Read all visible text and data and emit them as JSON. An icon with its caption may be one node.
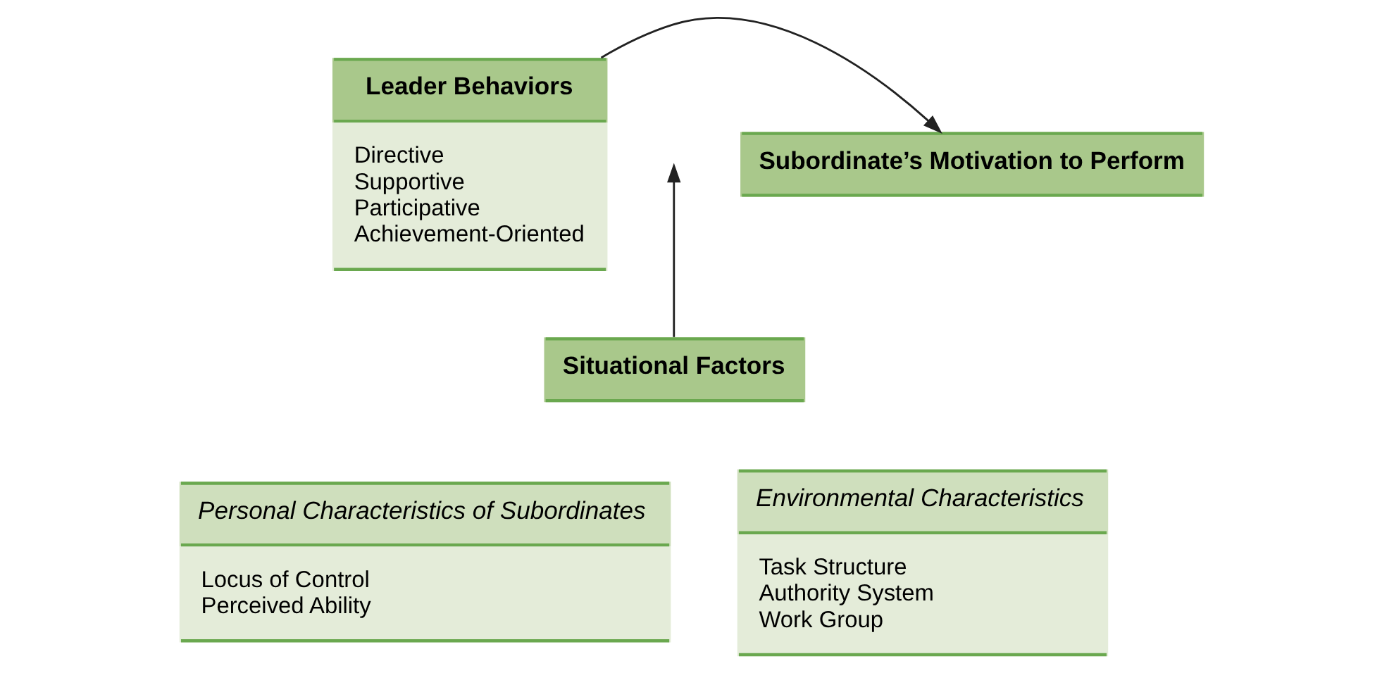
{
  "diagram": {
    "nodes": [
      {
        "text": [
          "Leader Behaviors",
          "Directive",
          "Supportive",
          "Participative",
          "Achievement-Oriented"
        ]
      },
      {
        "text": [
          "Subordinate’s Motivation to Perform"
        ]
      },
      {
        "text": [
          "Situational Factors"
        ]
      },
      {
        "text": [
          "Personal Characteristics of Subordinates",
          "Locus of Control",
          "Perceived Ability"
        ]
      },
      {
        "text": [
          "Environmental Characteristics",
          "Task Structure",
          "Authority System",
          "Work Group"
        ]
      }
    ],
    "edges": [
      {
        "from": 0,
        "to": 1,
        "arrow": "to"
      },
      {
        "from": 2,
        "to": null,
        "arrow": "to"
      }
    ]
  }
}
